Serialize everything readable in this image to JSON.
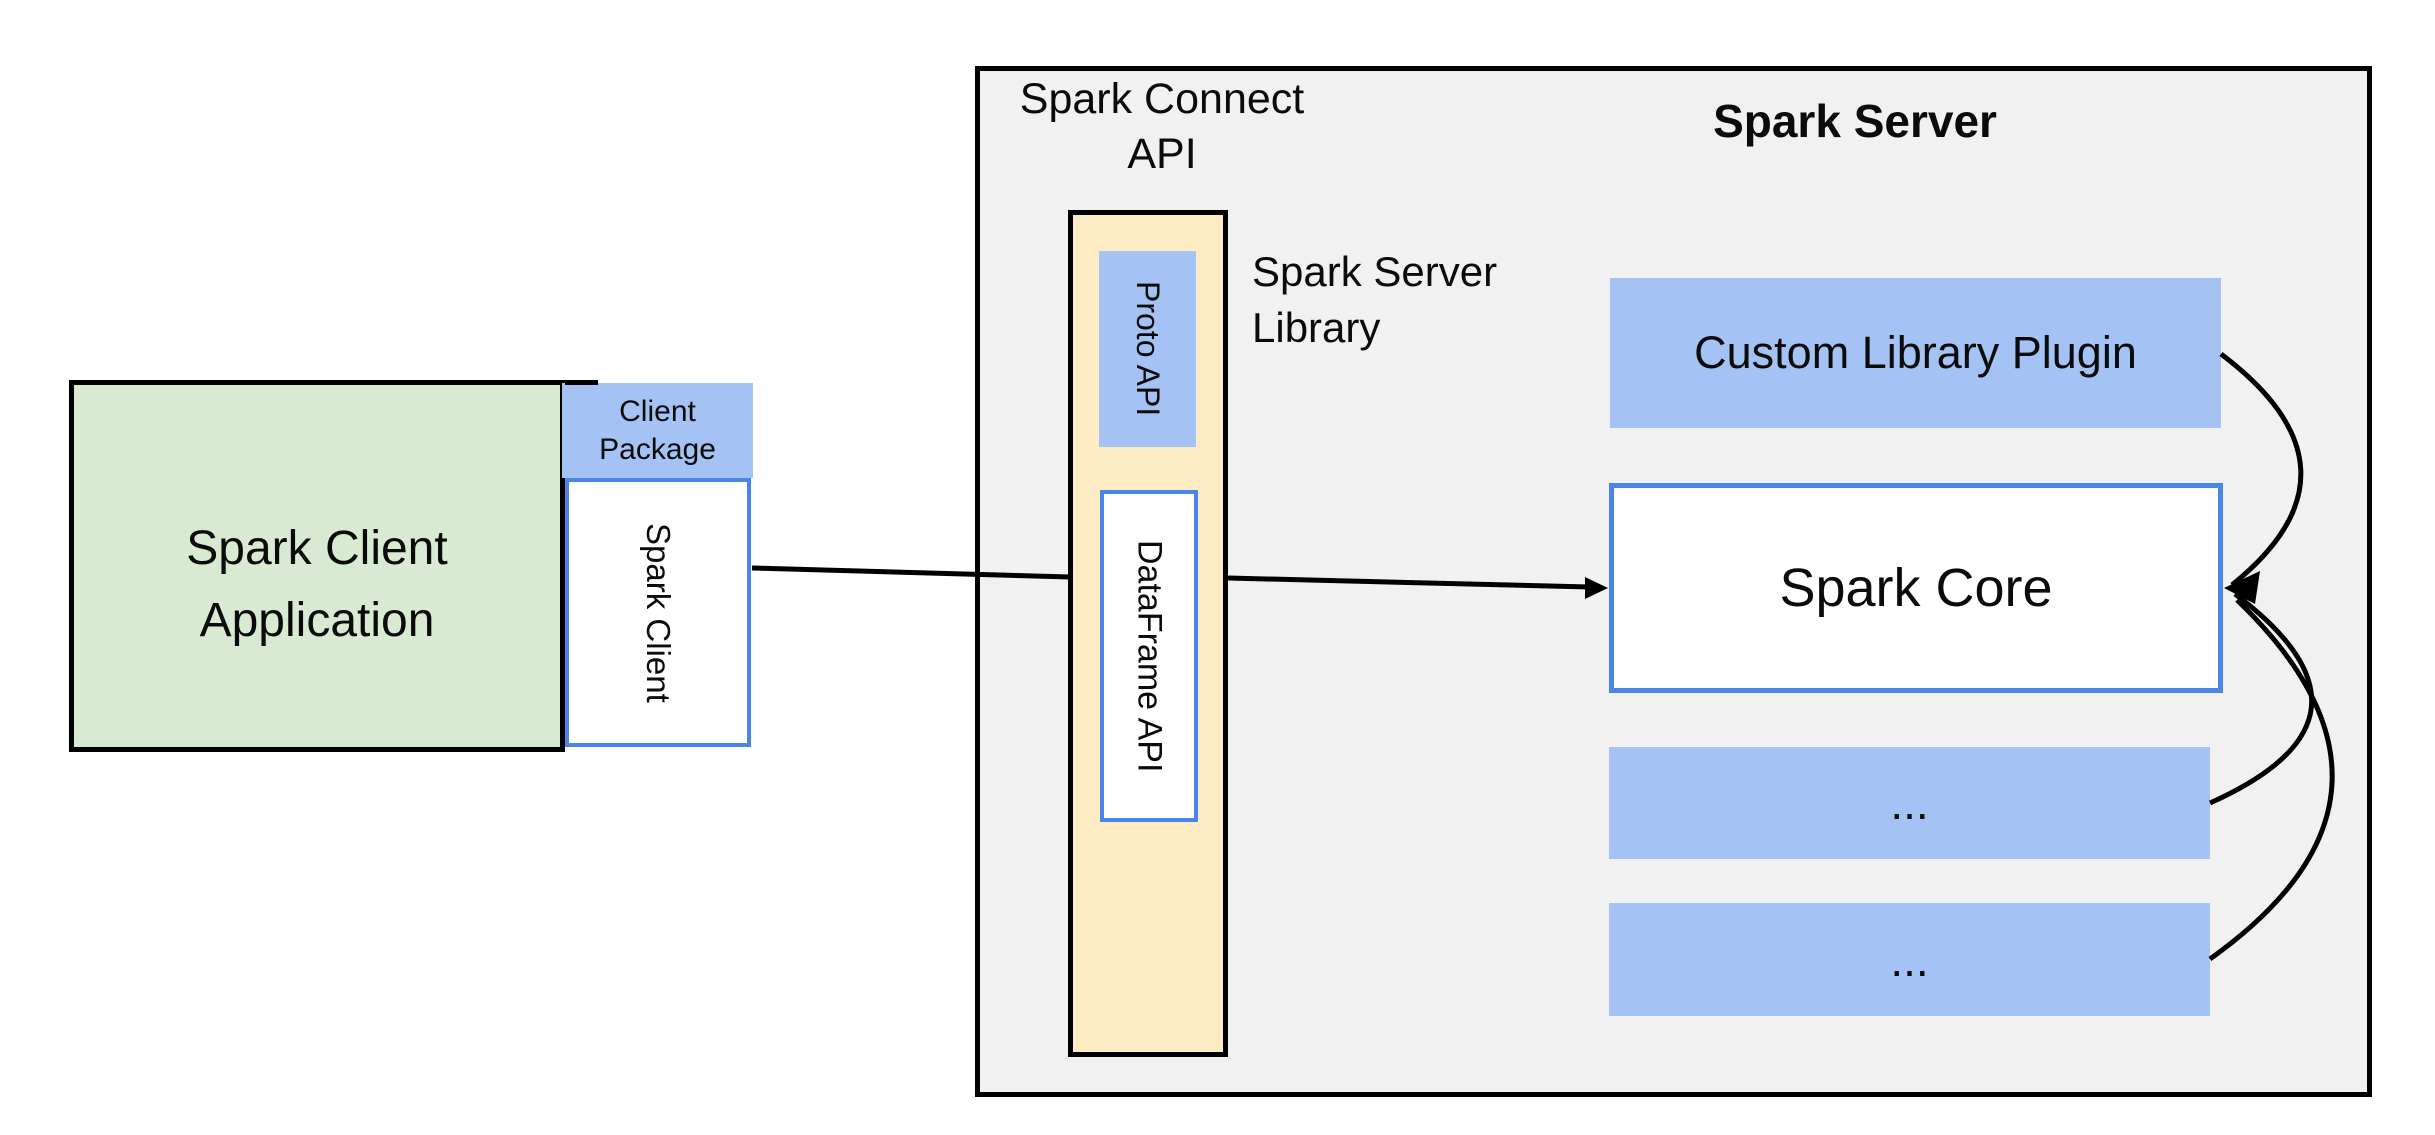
{
  "client": {
    "app_line1": "Spark Client",
    "app_line2": "Application",
    "package_line1": "Client",
    "package_line2": "Package",
    "client_box_label": "Spark Client"
  },
  "connect": {
    "title_line1": "Spark Connect",
    "title_line2": "API",
    "proto_label": "Proto API",
    "dataframe_label": "DataFrame API",
    "library_line1": "Spark Server",
    "library_line2": "Library"
  },
  "server": {
    "title": "Spark Server",
    "plugin_label": "Custom Library Plugin",
    "core_label": "Spark Core",
    "more_label_1": "...",
    "more_label_2": "..."
  },
  "colors": {
    "blue_fill": "#a4c2f4",
    "blue_border": "#4a86e8",
    "green_fill": "#d9ead3",
    "yellow_fill": "#fcebc3",
    "gray_fill": "#f1f1f1",
    "connector": "#000000"
  }
}
